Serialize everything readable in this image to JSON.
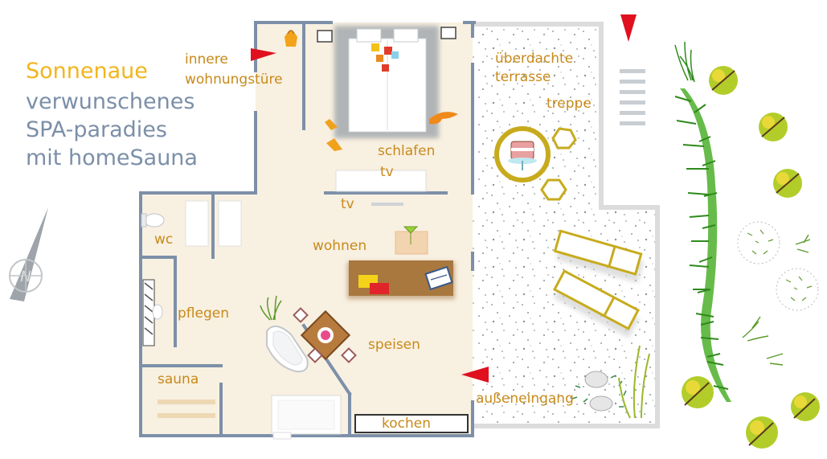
{
  "title": {
    "line1": "Sonnenaue",
    "line2": "verwunschenes",
    "line3": "SPA-paradies",
    "line4": "mit homeSauna"
  },
  "labels": {
    "innere_line1": "innere",
    "innere_line2": "wohnungstüre",
    "terrasse_line1": "überdachte",
    "terrasse_line2": "terrasse",
    "treppe": "treppe",
    "schlafen": "schlafen",
    "tv_upper": "tv",
    "tv_lower": "tv",
    "wc": "wc",
    "wohnen": "wohnen",
    "pflegen": "pflegen",
    "speisen": "speisen",
    "sauna": "sauna",
    "aussen": "außeneingang",
    "kochen": "kochen"
  },
  "compass": {
    "letter": "N"
  },
  "colors": {
    "title_accent": "#f2b51e",
    "title_main": "#7c8fa8",
    "label": "#c88a1a",
    "floor": "#f8f0e1",
    "wall": "#7d90a9",
    "arrow": "#e0101f",
    "furniture_gold": "#c7ab1d",
    "plant_green": "#3aa52a"
  },
  "icons": [
    "compass-icon",
    "entry-arrow-icon",
    "bed-icon",
    "sofa-icon",
    "bathtub-icon",
    "toilet-icon",
    "deck-chair-icon",
    "cake-icon",
    "plant-icon",
    "bush-icon",
    "stair-icon"
  ]
}
